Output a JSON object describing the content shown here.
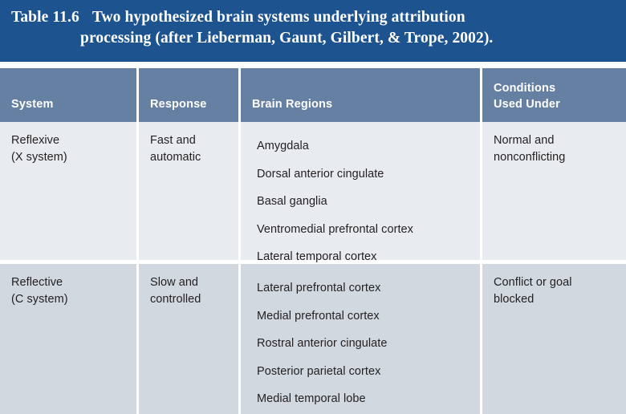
{
  "figure": {
    "label": "Table 11.6",
    "title_line_1": "Two hypothesized brain systems underlying attribution",
    "title_line_2": "processing (after Lieberman, Gaunt, Gilbert, & Trope, 2002).",
    "colors": {
      "title_band": "#1d5490",
      "header_band": "#6680a4",
      "row_odd": "#e8ebf0",
      "row_even": "#d2d8e0",
      "rule": "#ffffff",
      "text": "#231f20",
      "header_text": "#ffffff"
    }
  },
  "table": {
    "columns": [
      {
        "header": "System"
      },
      {
        "header": "Response"
      },
      {
        "header": "Brain Regions"
      },
      {
        "header_line_1": "Conditions",
        "header_line_2": "Used Under"
      }
    ],
    "rows": [
      {
        "system_line_1": "Reflexive",
        "system_line_2": "(X system)",
        "response_line_1": "Fast and",
        "response_line_2": "automatic",
        "brain_regions": [
          "Amygdala",
          "Dorsal anterior cingulate",
          "Basal ganglia",
          "Ventromedial prefrontal cortex",
          "Lateral temporal cortex"
        ],
        "conditions_line_1": "Normal and",
        "conditions_line_2": "nonconflicting"
      },
      {
        "system_line_1": "Reflective",
        "system_line_2": "(C system)",
        "response_line_1": "Slow and",
        "response_line_2": "controlled",
        "brain_regions": [
          "Lateral prefrontal cortex",
          "Medial prefrontal cortex",
          "Rostral anterior cingulate",
          "Posterior parietal cortex",
          "Medial temporal lobe"
        ],
        "conditions_line_1": "Conflict or goal",
        "conditions_line_2": "blocked"
      }
    ]
  }
}
